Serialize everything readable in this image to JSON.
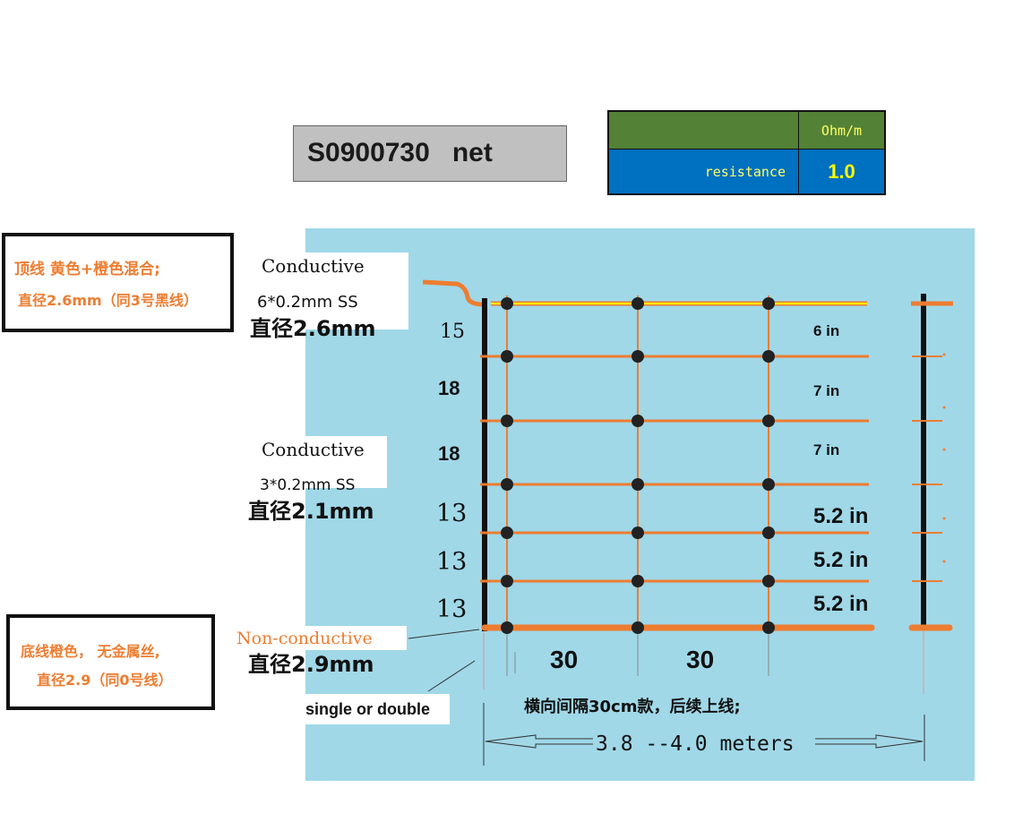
{
  "title": {
    "code": "S0900730",
    "suffix": "net"
  },
  "resistance_table": {
    "unit": "Ohm/m",
    "label": "resistance",
    "value": "1.0"
  },
  "notes": {
    "top_line": [
      "顶线 黄色+橙色混合;",
      "直径2.6mm（同3号黑线）"
    ],
    "bottom_line": [
      "底线橙色， 无金属丝,",
      "直径2.9（同0号线）"
    ]
  },
  "wire_groups": {
    "top": {
      "type": "Conductive",
      "spec": "6*0.2mm SS",
      "diameter": "直径2.6mm"
    },
    "middle": {
      "type": "Conductive",
      "spec": "3*0.2mm SS",
      "diameter": "直径2.1mm"
    },
    "bottom": {
      "type": "Non-conductive",
      "diameter": "直径2.9mm"
    }
  },
  "spacing_cm": [
    "15",
    "18",
    "18",
    "13",
    "13",
    "13"
  ],
  "spacing_in": [
    "6 in",
    "7 in",
    "7 in",
    "5.2 in",
    "5.2 in",
    "5.2 in"
  ],
  "post_spacing": [
    "30",
    "30"
  ],
  "post_note": "横向间隔30cm款，后续上线;",
  "stake_note": "single or double",
  "length_label": "3.8 --4.0 meters",
  "colors": {
    "background_panel": "#a0d8e8",
    "wire_orange": "#ed7d31",
    "top_wire_yellow": "#ffff00",
    "post_black": "#111111"
  }
}
